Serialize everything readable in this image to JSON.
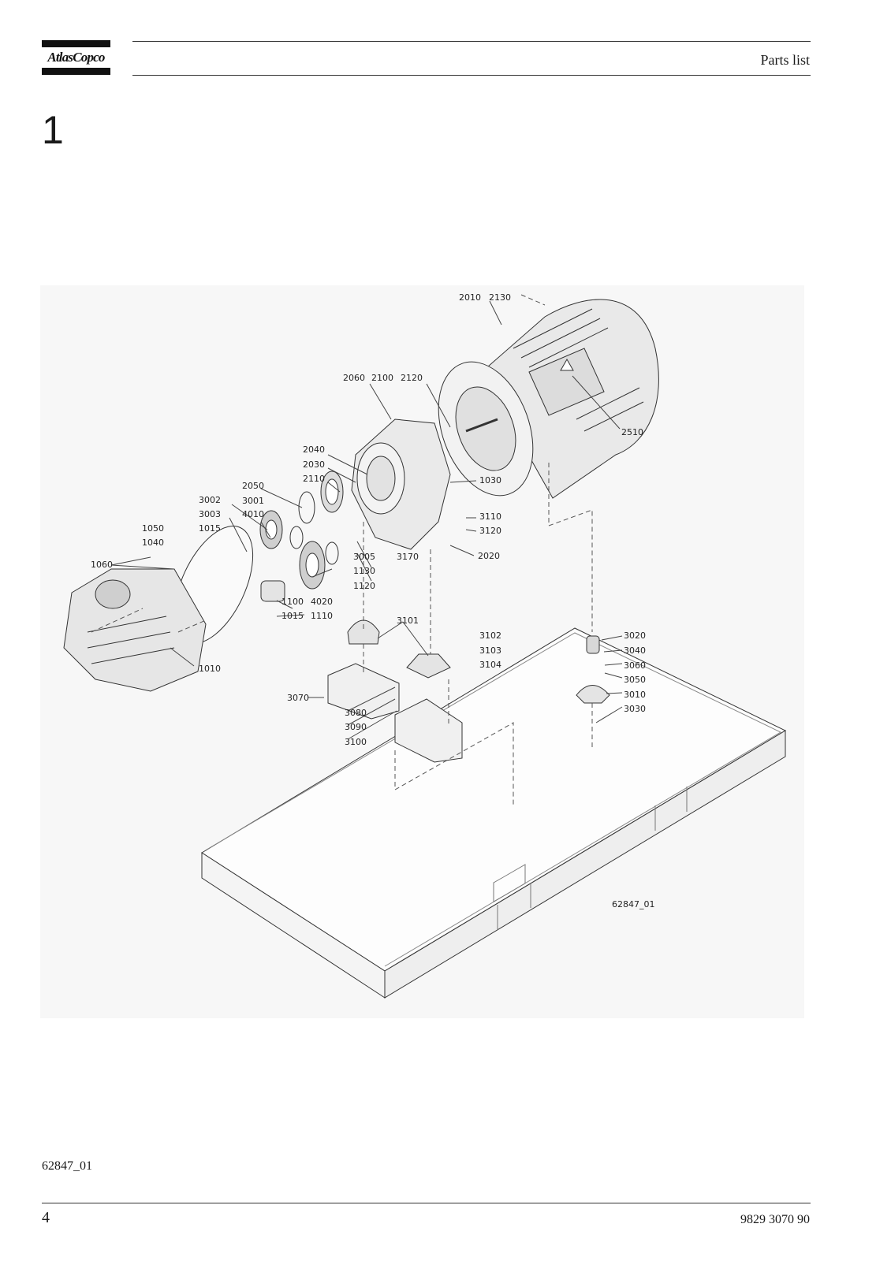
{
  "header": {
    "logo_text": "AtlasCopco",
    "title": "Parts list"
  },
  "section": {
    "number": "1"
  },
  "figure": {
    "drawing_id": "62847_01",
    "callouts": [
      "2010",
      "2130",
      "2060",
      "2100",
      "2120",
      "2510",
      "2040",
      "2030",
      "2110",
      "1030",
      "2050",
      "3001",
      "3002",
      "3003",
      "4010",
      "1015",
      "3110",
      "3120",
      "2020",
      "1050",
      "1040",
      "3005",
      "3170",
      "1130",
      "1120",
      "1060",
      "1100",
      "4020",
      "1015",
      "1110",
      "1010",
      "3101",
      "3102",
      "3103",
      "3104",
      "3020",
      "3040",
      "3060",
      "3050",
      "3010",
      "3030",
      "3070",
      "3080",
      "3090",
      "3100"
    ]
  },
  "footer": {
    "figure_ref": "62847_01",
    "page_number": "4",
    "document_number": "9829 3070 90"
  }
}
